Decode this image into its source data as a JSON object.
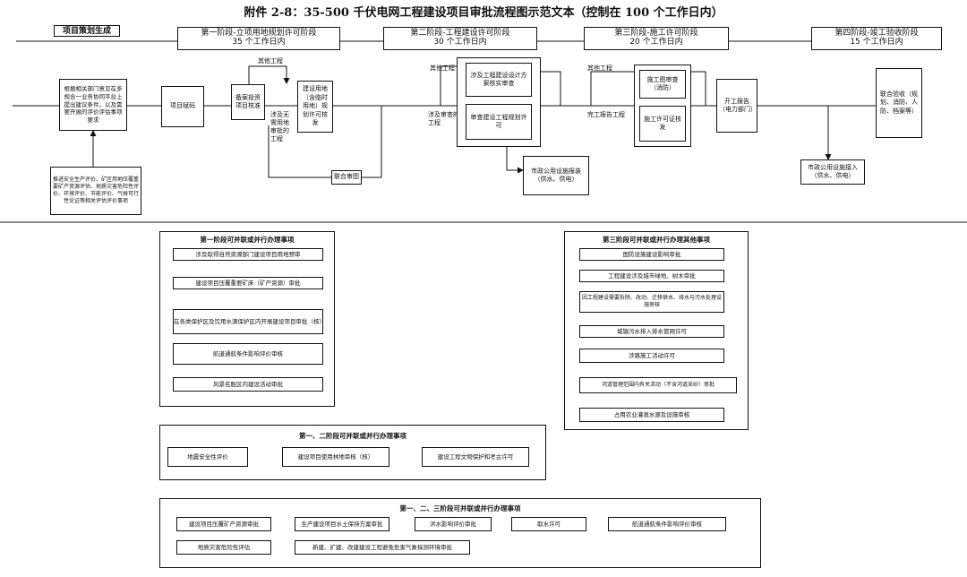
{
  "title": "附件 2-8：35-500 千伏电网工程建设项目审批流程图示范文本（控制在 100 个工作日内）",
  "project_generation": "项目策划生成",
  "stages": [
    {
      "name": "第一阶段-立项用地规划许可阶段",
      "days": "35 个工作日内"
    },
    {
      "name": "第二阶段-工程建设许可阶段",
      "days": "30 个工作日内"
    },
    {
      "name": "第三阶段-施工许可阶段",
      "days": "20 个工作日内"
    },
    {
      "name": "第四阶段-竣工验收阶段",
      "days": "15 个工作日内"
    }
  ],
  "flow": {
    "coordination": "根据相关部门意见在多规合一业务协同平台上提出建议条件，以及需要开展的评价评估事项要求",
    "pre_assessment": "推进安全生产评价、矿区用地压覆重要矿产资源评估、地质灾害危险性评价、环境评价、节能评价、气候可行性论证等相关评估评价事项",
    "project_approval": "项目赋码",
    "other_works": "其他工程",
    "filing": "备案投资项目核准",
    "no_land": "涉及无需用地审批的工程",
    "land_use": "建设用地（含临时用地）规划许可核发",
    "joint_review": "联合审图",
    "other_works_2": "其他工程",
    "involve_dept": "涉及审查的工程",
    "stage2_review": "涉及工程建设设计方案核实审查",
    "stage2_permit": "审查建设工程规划许可",
    "infra_apply": "市政公用设施报装（供水、供电）",
    "other_works_3": "其他工程",
    "construction_docs": "施工图审查（消防）",
    "safety_permit": "施工许可证核发",
    "qualified_works": "完工报告工程",
    "joint_acceptance": "开工报告（电力部门）",
    "utility_connect": "市政公用设施接入（供水、供电）",
    "final_acceptance": "联合验收（规划、消防、人防、档案等）"
  },
  "panel1": {
    "title": "第一阶段可并联或并行办理事项",
    "items": [
      "涉及取得自然资源部门建设项目用地预审",
      "建设项目压覆重要矿床（矿产资源）审批",
      "在各类保护区及饮用水源保护区内开展建设项目审批（核）",
      "航道通航条件影响评价审核",
      "风景名胜区内建设活动审批"
    ]
  },
  "panel3": {
    "title": "第三阶段可并联或并行办理其他事项",
    "items": [
      "国防设施建设影响审批",
      "工程建设涉及城市绿地、树木审批",
      "因工程建设需要拆除、改动、迁移供水、排水与污水处理设施审核",
      "城镇污水排入排水管网许可",
      "涉路施工活动许可",
      "河道管理范围内有关活动（不含河道采砂）审批",
      "占用农业灌溉水源及设施审核"
    ]
  },
  "panel12": {
    "title": "第一、二阶段可并联或并行办理事项",
    "items": [
      "地震安全性评价",
      "建设项目使用林地审核（核）",
      "建设工程文物保护和考古许可"
    ]
  },
  "panel123": {
    "title": "第一、二、三阶段可并联或并行办理事项",
    "items": [
      "建设项目压覆矿产资源审批",
      "生产建设项目水土保持方案审批",
      "洪水影响评价审批",
      "取水许可",
      "航道通航条件影响评价审核",
      "地质灾害危险性评估",
      "新建、扩建、改建建设工程避免危害气象探测环境审批"
    ]
  }
}
